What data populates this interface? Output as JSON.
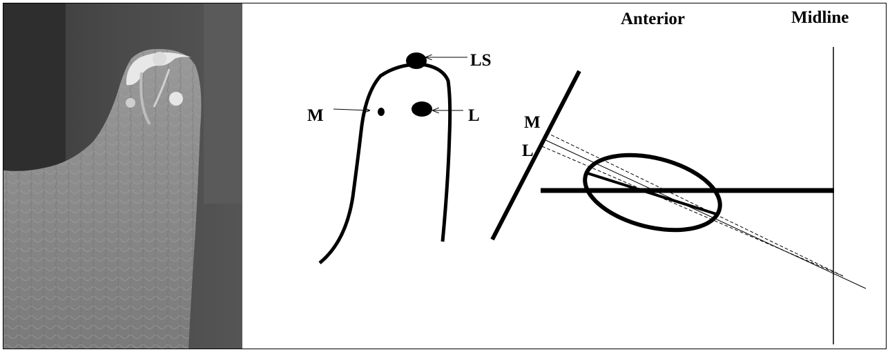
{
  "labels": {
    "anterior": "Anterior",
    "midline": "Midline",
    "lingual_surface": "LS",
    "mesial": "M",
    "lingual": "L",
    "mesial_projection": "M",
    "lingual_projection": "L"
  },
  "colors": {
    "ink": "#000000",
    "background": "#ffffff",
    "xray_dark": "#2a2a2a",
    "xray_bone": "#8a8a8a",
    "xray_highlight": "#e8e8e8"
  }
}
